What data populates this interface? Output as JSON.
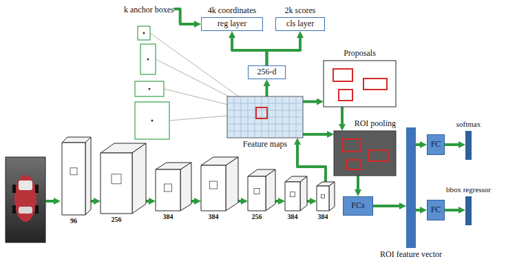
{
  "diagram": {
    "nodes": [
      {
        "text": [
          "k anchor boxes"
        ]
      },
      {
        "text": [
          "4k coordinates",
          "reg layer"
        ]
      },
      {
        "text": [
          "2k scores",
          "cls layer"
        ]
      },
      {
        "text": [
          "256-d"
        ]
      },
      {
        "text": [
          "Proposals"
        ]
      },
      {
        "text": [
          "Feature maps"
        ]
      },
      {
        "text": [
          "ROI pooling"
        ]
      },
      {
        "text": [
          "96"
        ]
      },
      {
        "text": [
          "256"
        ]
      },
      {
        "text": [
          "384"
        ]
      },
      {
        "text": [
          "384"
        ]
      },
      {
        "text": [
          "256"
        ]
      },
      {
        "text": [
          "384"
        ]
      },
      {
        "text": [
          "384"
        ]
      },
      {
        "text": [
          "FCs"
        ]
      },
      {
        "text": [
          "ROI feature vector"
        ]
      },
      {
        "text": [
          "FC"
        ]
      },
      {
        "text": [
          "softmax"
        ]
      },
      {
        "text": [
          "FC"
        ]
      },
      {
        "text": [
          "bbox regressor"
        ]
      }
    ],
    "edges": [
      {
        "from": 0,
        "to": 1,
        "arrow": "to"
      },
      {
        "from": 3,
        "to": 1,
        "arrow": "to"
      },
      {
        "from": 3,
        "to": 2,
        "arrow": "to"
      },
      {
        "from": 5,
        "to": 3,
        "arrow": "to"
      },
      {
        "from": 5,
        "to": 4,
        "arrow": "to"
      },
      {
        "from": 4,
        "to": 6,
        "arrow": "to"
      },
      {
        "from": 5,
        "to": 6,
        "arrow": "to"
      },
      {
        "from": 13,
        "to": 5,
        "arrow": "to"
      },
      {
        "from": 7,
        "to": 8,
        "arrow": "to"
      },
      {
        "from": 8,
        "to": 9,
        "arrow": "to"
      },
      {
        "from": 9,
        "to": 10,
        "arrow": "to"
      },
      {
        "from": 10,
        "to": 11,
        "arrow": "to"
      },
      {
        "from": 11,
        "to": 12,
        "arrow": "to"
      },
      {
        "from": 12,
        "to": 13,
        "arrow": "to"
      },
      {
        "from": 6,
        "to": 14,
        "arrow": "to"
      },
      {
        "from": 14,
        "to": 15,
        "arrow": "to"
      },
      {
        "from": 15,
        "to": 16,
        "arrow": "to"
      },
      {
        "from": 15,
        "to": 18,
        "arrow": "to"
      },
      {
        "from": 16,
        "to": 17,
        "arrow": "to"
      },
      {
        "from": 18,
        "to": 19,
        "arrow": "to"
      }
    ]
  }
}
